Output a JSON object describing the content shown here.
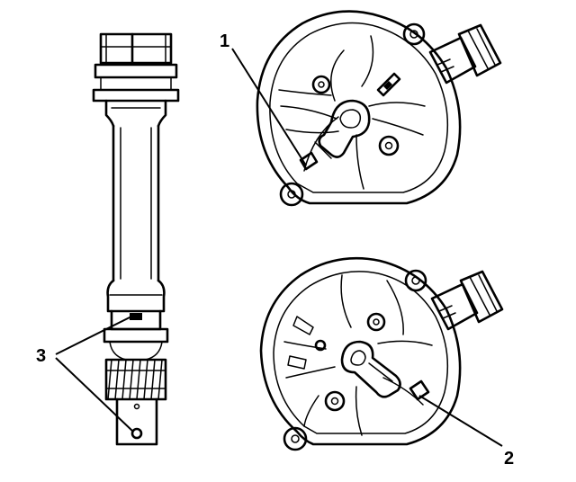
{
  "callouts": {
    "one": "1",
    "two": "2",
    "three": "3"
  },
  "colors": {
    "ink": "#000000",
    "paper": "#ffffff"
  }
}
